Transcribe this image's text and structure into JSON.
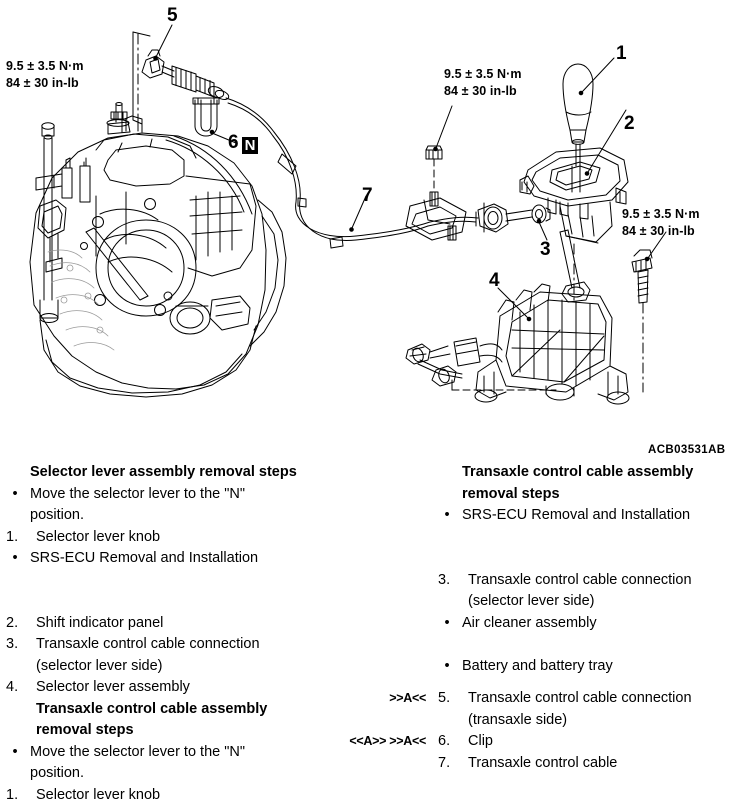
{
  "diagram": {
    "part_code": "ACB03531AB",
    "torque_specs": [
      {
        "id": "torque-left",
        "nm": "9.5 ± 3.5 N·m",
        "inlb": "84 ± 30 in-lb"
      },
      {
        "id": "torque-center",
        "nm": "9.5 ± 3.5 N·m",
        "inlb": "84 ± 30 in-lb"
      },
      {
        "id": "torque-right",
        "nm": "9.5 ± 3.5 N·m",
        "inlb": "84 ± 30 in-lb"
      }
    ],
    "callouts": [
      {
        "id": "callout-1",
        "label": "1"
      },
      {
        "id": "callout-2",
        "label": "2"
      },
      {
        "id": "callout-3",
        "label": "3"
      },
      {
        "id": "callout-4",
        "label": "4"
      },
      {
        "id": "callout-5",
        "label": "5"
      },
      {
        "id": "callout-6",
        "label": "6",
        "badge": "N"
      },
      {
        "id": "callout-7",
        "label": "7"
      }
    ]
  },
  "left_column": {
    "heading": "Selector lever assembly removal steps",
    "rows": [
      {
        "marker": "•",
        "type": "bullet",
        "text": "Move the selector lever to the \"N\""
      },
      {
        "marker": "",
        "type": "cont",
        "text": "position."
      },
      {
        "marker": "1.",
        "type": "num",
        "text": "Selector lever knob"
      },
      {
        "marker": "•",
        "type": "bullet",
        "text": "SRS-ECU Removal and Installation"
      },
      {
        "marker": "",
        "type": "gap",
        "text": ""
      },
      {
        "marker": "",
        "type": "gap",
        "text": ""
      },
      {
        "marker": "2.",
        "type": "num",
        "text": "Shift indicator panel"
      },
      {
        "marker": "3.",
        "type": "num",
        "text": "Transaxle control cable connection"
      },
      {
        "marker": "",
        "type": "cont",
        "text": "(selector lever side)"
      },
      {
        "marker": "4.",
        "type": "num",
        "text": "Selector lever assembly"
      },
      {
        "marker": "",
        "type": "head",
        "text": "Transaxle control cable assembly"
      },
      {
        "marker": "",
        "type": "head",
        "text": "removal steps"
      },
      {
        "marker": "•",
        "type": "bullet",
        "text": "Move the selector lever to the \"N\""
      },
      {
        "marker": "",
        "type": "cont",
        "text": "position."
      },
      {
        "marker": "1.",
        "type": "num",
        "text": "Selector lever knob"
      }
    ]
  },
  "right_column": {
    "heading_line1": "Transaxle control cable assembly",
    "heading_line2": "removal steps",
    "rows": [
      {
        "pre": "",
        "marker": "•",
        "type": "bullet",
        "text": "SRS-ECU Removal and Installation"
      },
      {
        "pre": "",
        "marker": "",
        "type": "gap",
        "text": ""
      },
      {
        "pre": "",
        "marker": "",
        "type": "gap",
        "text": ""
      },
      {
        "pre": "",
        "marker": "3.",
        "type": "num",
        "text": "Transaxle control cable connection"
      },
      {
        "pre": "",
        "marker": "",
        "type": "cont",
        "text": "(selector lever side)"
      },
      {
        "pre": "",
        "marker": "•",
        "type": "bullet",
        "text": "Air cleaner assembly"
      },
      {
        "pre": "",
        "marker": "",
        "type": "gap",
        "text": ""
      },
      {
        "pre": "",
        "marker": "•",
        "type": "bullet",
        "text": "Battery and battery tray"
      },
      {
        "pre": "",
        "marker": "",
        "type": "gap",
        "text": ""
      },
      {
        "pre": ">>A<<",
        "marker": "5.",
        "type": "num",
        "text": "Transaxle control cable connection"
      },
      {
        "pre": "",
        "marker": "",
        "type": "cont",
        "text": "(transaxle side)"
      },
      {
        "pre": "<<A>> >>A<<",
        "marker": "6.",
        "type": "num",
        "text": "Clip"
      },
      {
        "pre": "",
        "marker": "7.",
        "type": "num",
        "text": "Transaxle control cable"
      }
    ]
  }
}
